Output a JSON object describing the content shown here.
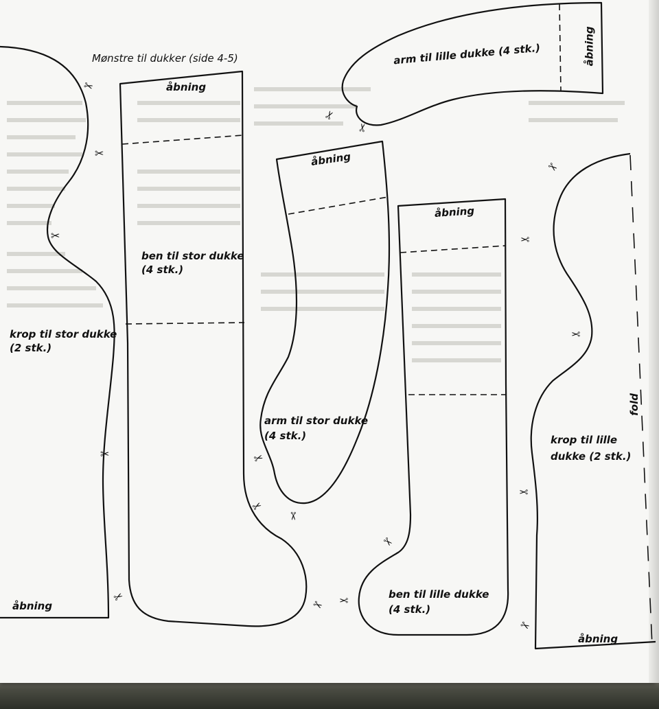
{
  "page_title": "Mønstre til dukker (side 4-5)",
  "pieces": {
    "big_body": {
      "label": "krop til stor dukke",
      "count": "(2 stk.)",
      "opening": "åbning"
    },
    "big_leg": {
      "label": "ben til stor dukke",
      "count": "(4 stk.)",
      "opening": "åbning"
    },
    "big_arm": {
      "label": "arm til stor dukke",
      "count": "(4 stk.)",
      "opening": "åbning"
    },
    "small_arm": {
      "label": "arm til lille dukke (4 stk.)",
      "opening": "åbning"
    },
    "small_leg": {
      "label": "ben til lille dukke",
      "count": "(4 stk.)",
      "opening": "åbning"
    },
    "small_body": {
      "label_line1": "krop til lille",
      "label_line2": "dukke (2 stk.)",
      "opening": "åbning",
      "fold": "fold"
    }
  },
  "icons": {
    "cut_mark": "scissors-icon"
  },
  "colors": {
    "paper": "#f7f7f5",
    "ink": "#111111"
  }
}
